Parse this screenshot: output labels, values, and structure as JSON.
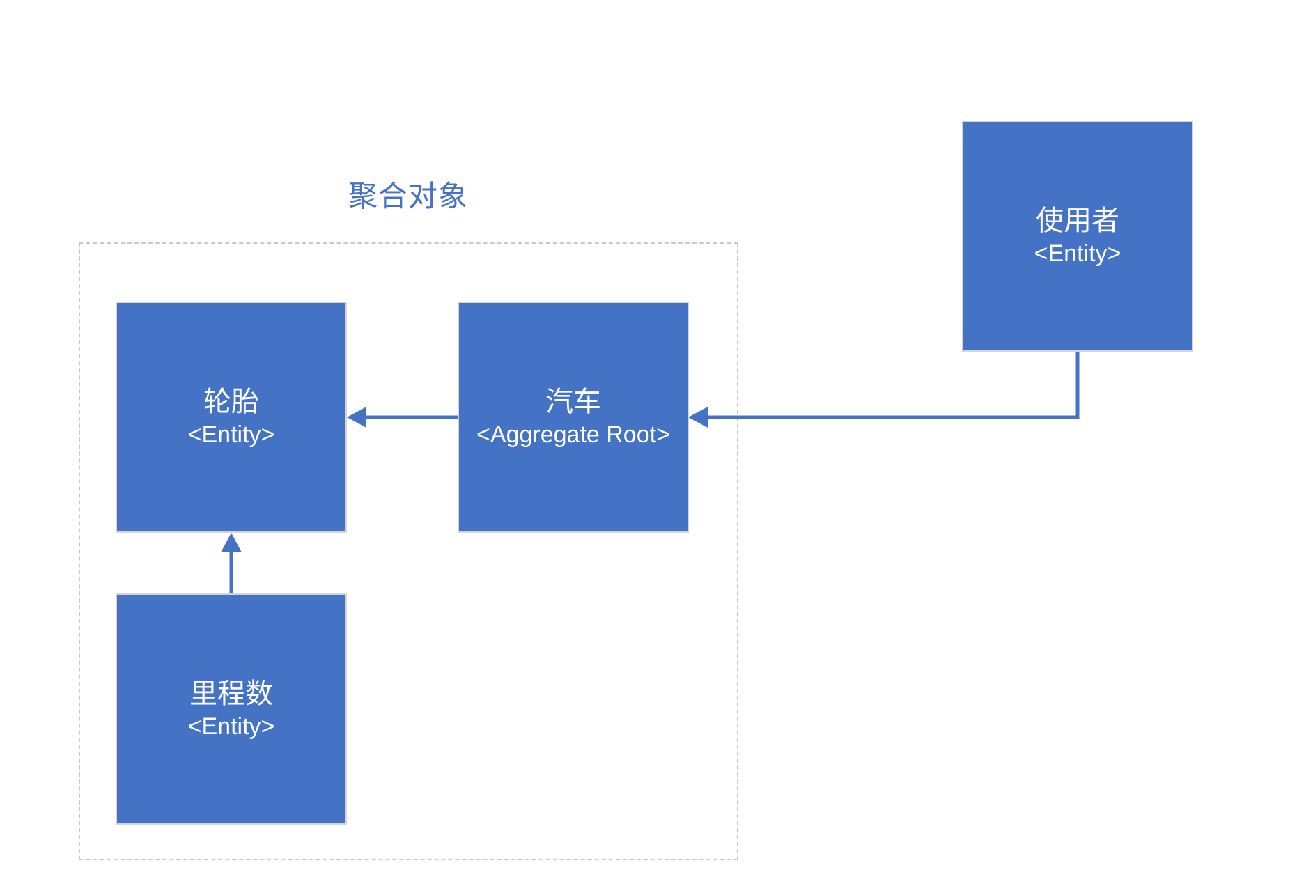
{
  "diagram": {
    "title": "聚合对象",
    "colors": {
      "node_fill": "#4472C4",
      "node_text": "#FFFFFF",
      "node_border": "#D8D5D0",
      "connector": "#4472C4",
      "boundary_border": "#C9C9C9",
      "title_text": "#4472C4"
    },
    "nodes": [
      {
        "id": "tire",
        "name": "轮胎",
        "stereotype": "<Entity>"
      },
      {
        "id": "car",
        "name": "汽车",
        "stereotype": "<Aggregate Root>"
      },
      {
        "id": "mileage",
        "name": "里程数",
        "stereotype": "<Entity>"
      },
      {
        "id": "user",
        "name": "使用者",
        "stereotype": "<Entity>"
      }
    ],
    "connectors": [
      {
        "from": "car",
        "to": "tire",
        "style": "arrow"
      },
      {
        "from": "mileage",
        "to": "tire",
        "style": "arrow"
      },
      {
        "from": "user",
        "to": "car",
        "style": "elbow-arrow"
      }
    ]
  }
}
